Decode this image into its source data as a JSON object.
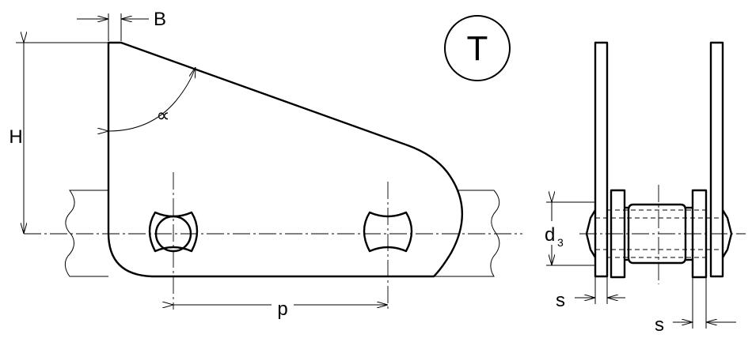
{
  "labels": {
    "width": "B",
    "height": "H",
    "angle": "∝",
    "pitch": "p",
    "type": "T",
    "diameter_main": "d",
    "diameter_sub": "3",
    "thickness_inner": "s",
    "thickness_outer": "s"
  }
}
